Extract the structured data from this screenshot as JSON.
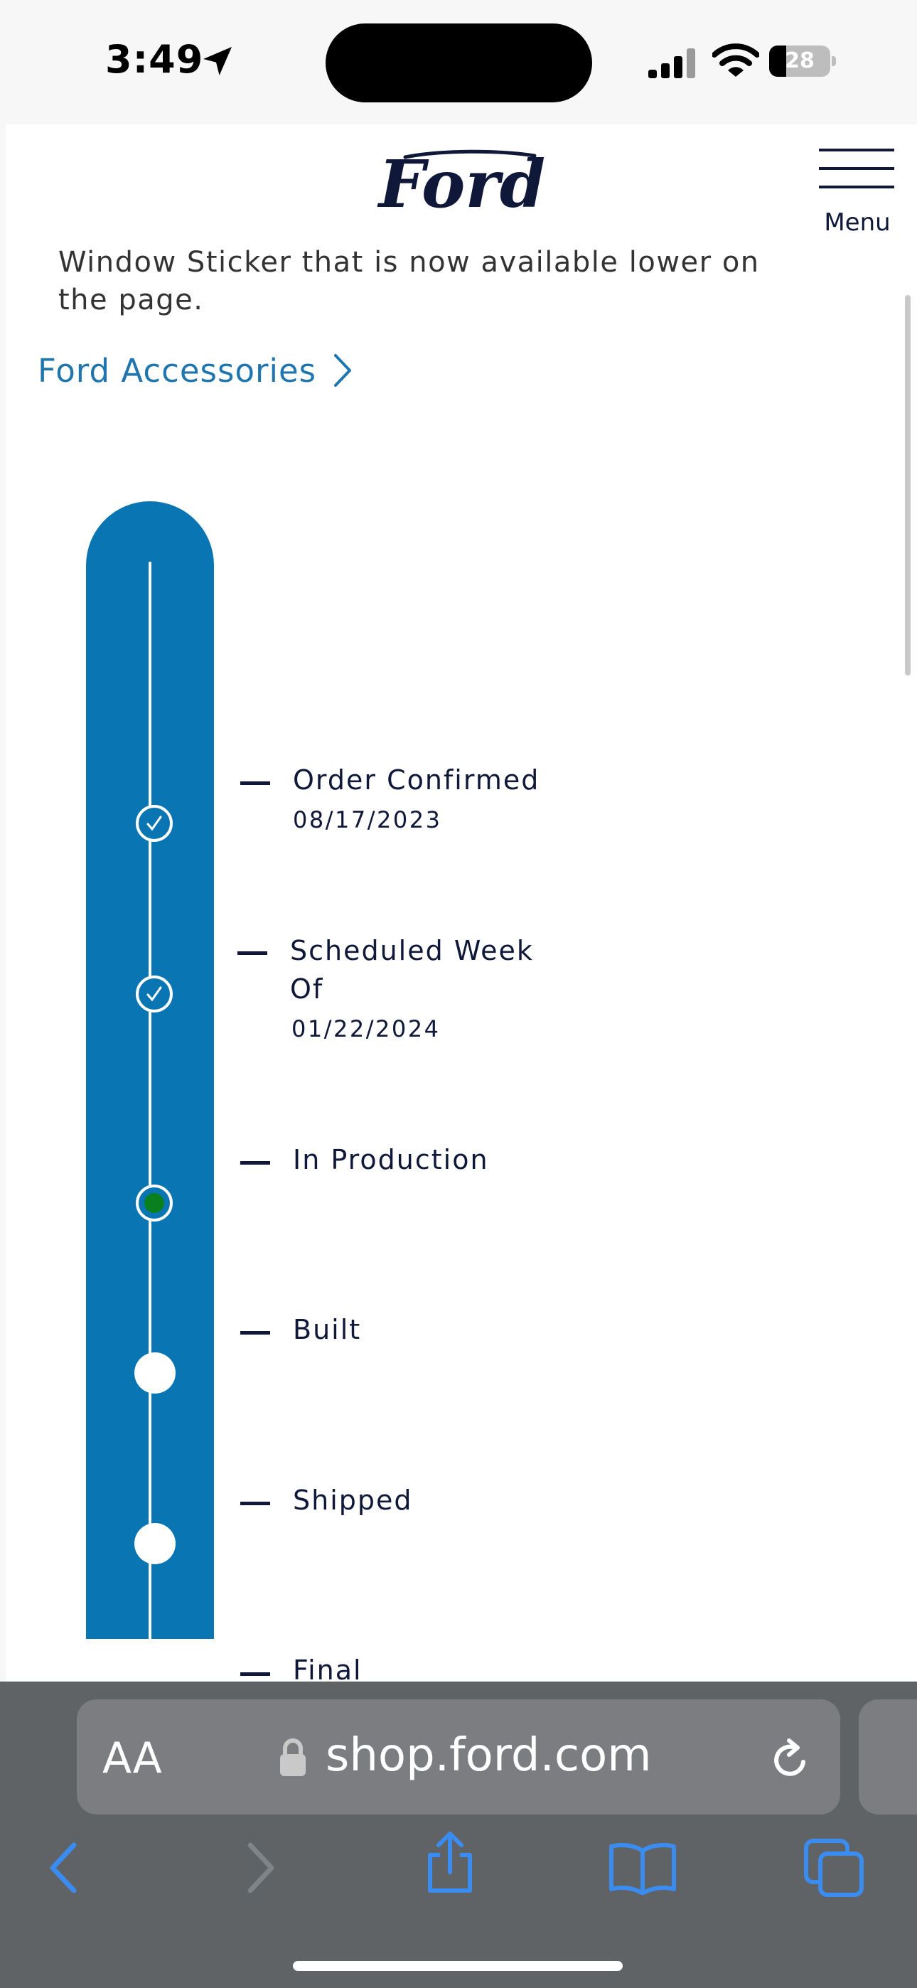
{
  "status_bar": {
    "time": "3:49",
    "battery_level": "28",
    "battery_fraction": 0.28
  },
  "header": {
    "brand_logo_text": "Ford",
    "menu_label": "Menu"
  },
  "content": {
    "intro_text": "Window Sticker that is now available lower on the page.",
    "accessories_link": "Ford Accessories"
  },
  "tracker": {
    "steps": [
      {
        "label": "Order Confirmed",
        "date": "08/17/2023",
        "status": "complete"
      },
      {
        "label": "Scheduled Week Of",
        "date": "01/22/2024",
        "status": "complete"
      },
      {
        "label": "In Production",
        "date": "",
        "status": "current"
      },
      {
        "label": "Built",
        "date": "",
        "status": "pending"
      },
      {
        "label": "Shipped",
        "date": "",
        "status": "pending"
      },
      {
        "label": "Final",
        "date": "",
        "status": "pending"
      }
    ]
  },
  "browser": {
    "aa_label": "AA",
    "url": "shop.ford.com"
  },
  "colors": {
    "ford_blue": "#0a75b3",
    "link_blue": "#1f75ad",
    "navy": "#10183a",
    "progress_green": "#0a7f1d"
  }
}
